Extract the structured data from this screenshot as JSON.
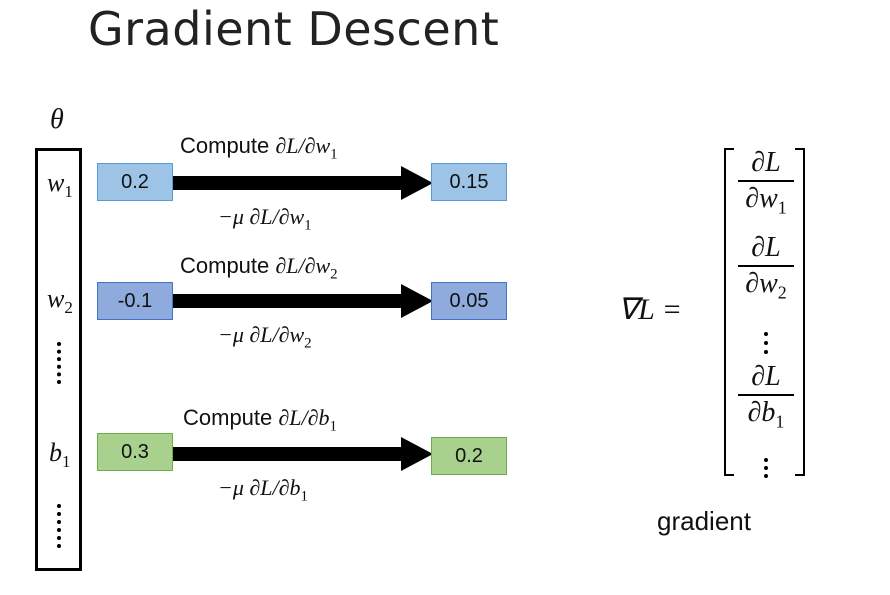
{
  "title": "Gradient Descent",
  "theta_symbol": "θ",
  "parameters": [
    {
      "symbol": "w",
      "sub": "1",
      "value": "0.2",
      "updated": "0.15",
      "color": "#9dc3e6",
      "compute_text": "Compute ",
      "deriv_num": "∂L/∂w",
      "deriv_sub": "1",
      "step_prefix": "−μ ∂L/∂w",
      "step_sub": "1"
    },
    {
      "symbol": "w",
      "sub": "2",
      "value": "-0.1",
      "updated": "0.05",
      "color": "#8faadc",
      "compute_text": "Compute ",
      "deriv_num": "∂L/∂w",
      "deriv_sub": "2",
      "step_prefix": "−μ ∂L/∂w",
      "step_sub": "2"
    },
    {
      "symbol": "b",
      "sub": "1",
      "value": "0.3",
      "updated": "0.2",
      "color": "#a9d18e",
      "compute_text": "Compute ",
      "deriv_num": "∂L/∂b",
      "deriv_sub": "1",
      "step_prefix": "−μ ∂L/∂b",
      "step_sub": "1"
    }
  ],
  "gradient": {
    "lhs": "∇L =",
    "entries": [
      {
        "num": "∂L",
        "den": "∂w",
        "den_sub": "1"
      },
      {
        "num": "∂L",
        "den": "∂w",
        "den_sub": "2"
      },
      {
        "num": "∂L",
        "den": "∂b",
        "den_sub": "1"
      }
    ],
    "label": "gradient"
  }
}
